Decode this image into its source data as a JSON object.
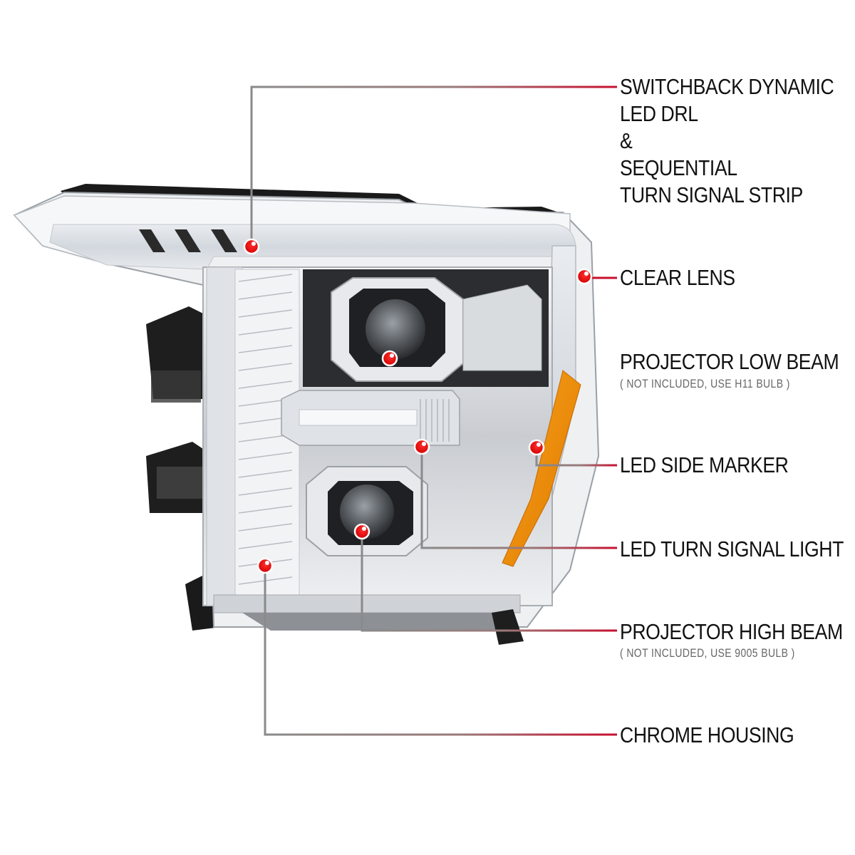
{
  "diagram": {
    "subject": "Chrome projector headlight with LED DRL",
    "colors": {
      "background": "#ffffff",
      "callout_line_start": "#8a8a8a",
      "callout_line_end": "#c8102e",
      "callout_dot": "#e8000b",
      "label_text": "#111111",
      "note_text": "#666666",
      "amber_marker": "#f08a00"
    },
    "callouts": [
      {
        "id": "switchback-drl",
        "lines": [
          "SWITCHBACK DYNAMIC",
          "LED DRL",
          "&",
          "SEQUENTIAL",
          "TURN SIGNAL STRIP"
        ],
        "note": null
      },
      {
        "id": "clear-lens",
        "lines": [
          "CLEAR LENS"
        ],
        "note": null
      },
      {
        "id": "projector-low-beam",
        "lines": [
          "PROJECTOR LOW BEAM"
        ],
        "note": "( NOT INCLUDED, USE  H11  BULB )"
      },
      {
        "id": "led-side-marker",
        "lines": [
          "LED SIDE MARKER"
        ],
        "note": null
      },
      {
        "id": "led-turn-signal",
        "lines": [
          "LED TURN SIGNAL LIGHT"
        ],
        "note": null
      },
      {
        "id": "projector-high-beam",
        "lines": [
          "PROJECTOR HIGH BEAM"
        ],
        "note": "( NOT INCLUDED, USE  9005  BULB )"
      },
      {
        "id": "chrome-housing",
        "lines": [
          "CHROME HOUSING"
        ],
        "note": null
      }
    ]
  }
}
